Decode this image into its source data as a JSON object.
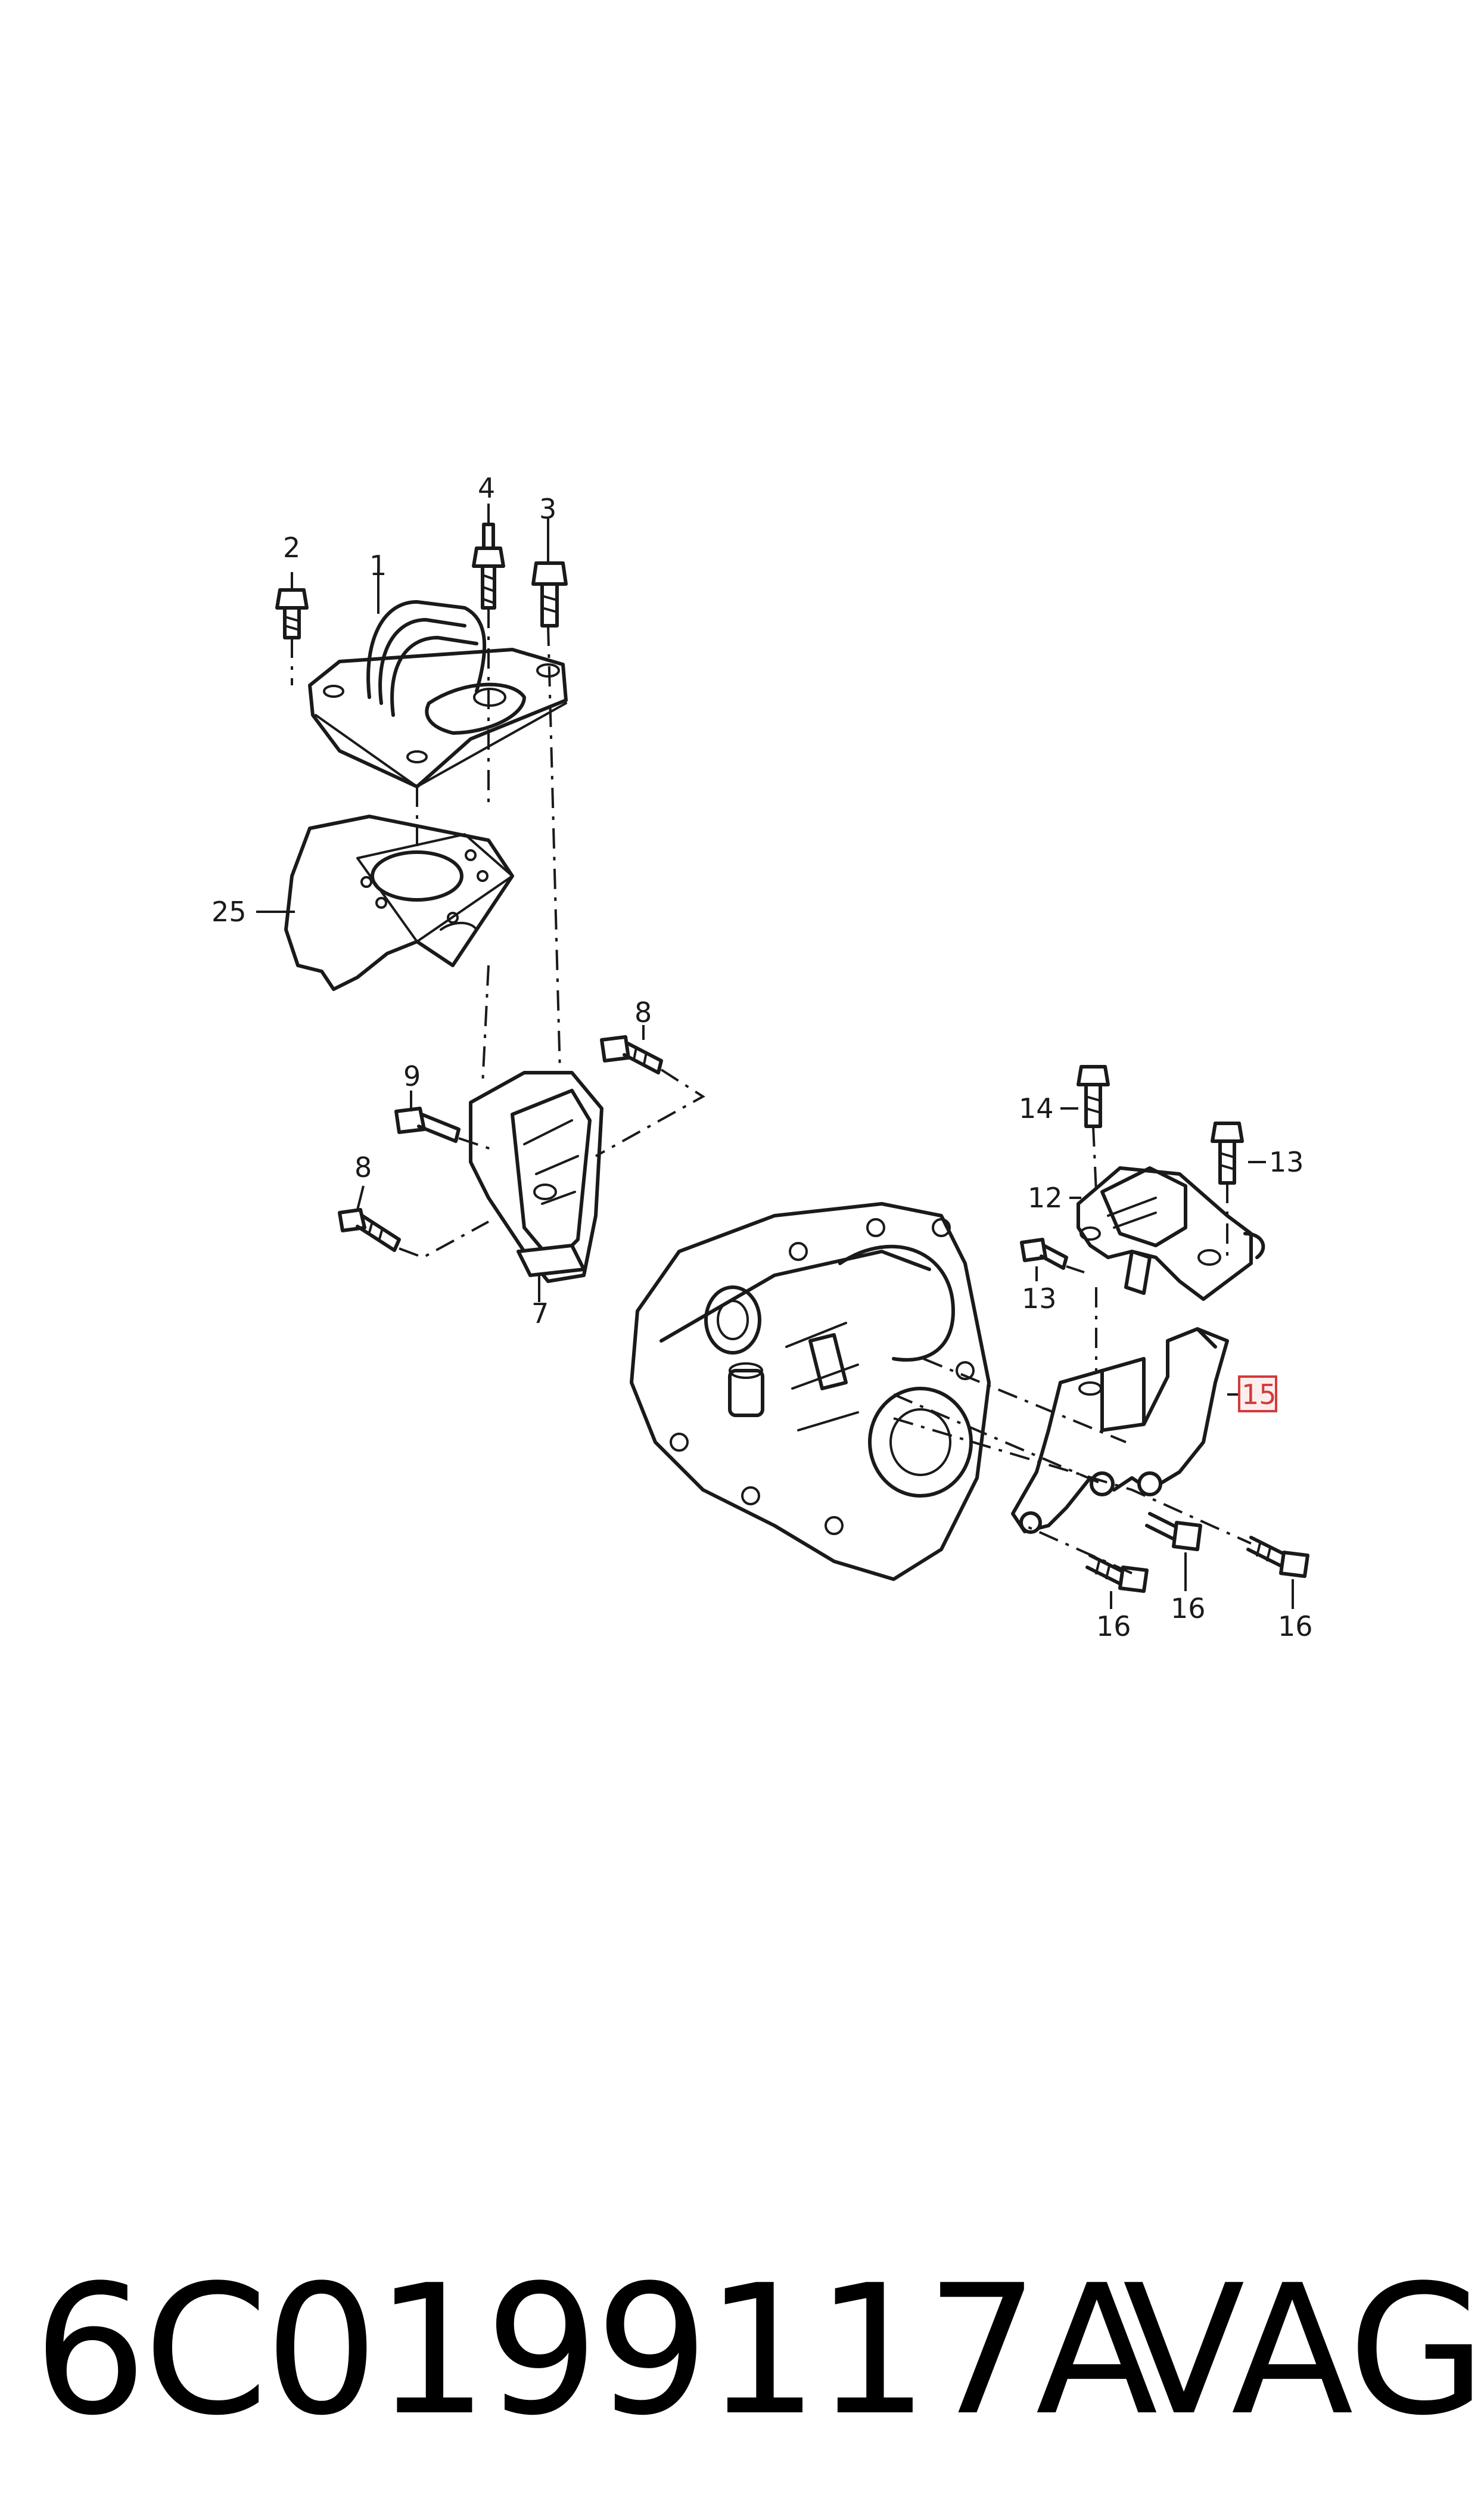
{
  "callouts": {
    "c1": "1",
    "c2": "2",
    "c3": "3",
    "c4": "4",
    "c25": "25",
    "c8a": "8",
    "c9": "9",
    "c8b": "8",
    "c7": "7",
    "c14": "14",
    "c13a": "13",
    "c12": "12",
    "c13b": "13",
    "c15": "15",
    "c16a": "16",
    "c16b": "16",
    "c16c": "16"
  },
  "highlighted_callout": "15",
  "highlight_color": "#d23b3b",
  "footer": {
    "part_number": "6C0199117A",
    "brand": "VAG"
  }
}
